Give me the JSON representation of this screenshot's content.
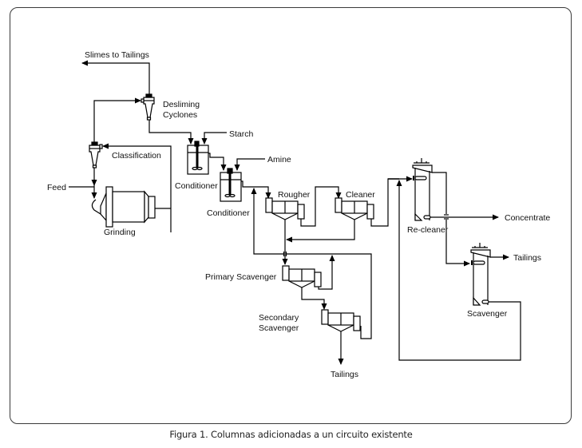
{
  "diagram": {
    "title": "Mineral flotation flowsheet with columns added to an existing circuit",
    "labels": {
      "slimes_to_tailings": "Slimes to Tailings",
      "desliming_cyclones_1": "Desliming",
      "desliming_cyclones_2": "Cyclones",
      "classification": "Classification",
      "feed": "Feed",
      "grinding": "Grinding",
      "starch": "Starch",
      "amine": "Amine",
      "conditioner_1": "Conditioner",
      "conditioner_2": "Conditioner",
      "rougher": "Rougher",
      "cleaner": "Cleaner",
      "primary_scavenger": "Primary Scavenger",
      "secondary_scavenger_1": "Secondary",
      "secondary_scavenger_2": "Scavenger",
      "tailings_bottom": "Tailings",
      "re_cleaner": "Re-cleaner",
      "concentrate": "Concentrate",
      "tailings_right": "Tailings",
      "scavenger_column": "Scavenger"
    },
    "units": [
      {
        "id": "desliming-cyclones",
        "type": "hydrocyclone"
      },
      {
        "id": "classification",
        "type": "hydrocyclone"
      },
      {
        "id": "grinding",
        "type": "ball-mill"
      },
      {
        "id": "conditioner-1",
        "type": "agitated-tank",
        "reagent": "Starch"
      },
      {
        "id": "conditioner-2",
        "type": "agitated-tank",
        "reagent": "Amine"
      },
      {
        "id": "rougher",
        "type": "flotation-cell-bank"
      },
      {
        "id": "cleaner",
        "type": "flotation-cell-bank"
      },
      {
        "id": "primary-scavenger",
        "type": "flotation-cell-bank"
      },
      {
        "id": "secondary-scavenger",
        "type": "flotation-cell-bank"
      },
      {
        "id": "re-cleaner",
        "type": "flotation-column"
      },
      {
        "id": "scavenger",
        "type": "flotation-column"
      }
    ]
  },
  "caption": "Figura 1. Columnas adicionadas a un circuito existente"
}
